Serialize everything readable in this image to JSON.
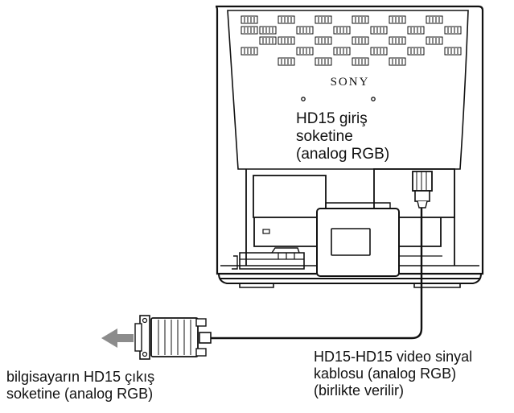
{
  "brand": "SONY",
  "labels": {
    "input_socket": [
      "HD15 giriş",
      "soketine",
      "(analog RGB)"
    ],
    "cable": [
      "HD15-HD15 video sinyal",
      "kablosu (analog RGB)",
      "(birlikte verilir)"
    ],
    "output_socket": [
      "bilgisayarın HD15 çıkış",
      "soketine (analog RGB)"
    ]
  },
  "colors": {
    "line": "#111111",
    "arrow": "#8c8c8c",
    "background": "#ffffff"
  }
}
